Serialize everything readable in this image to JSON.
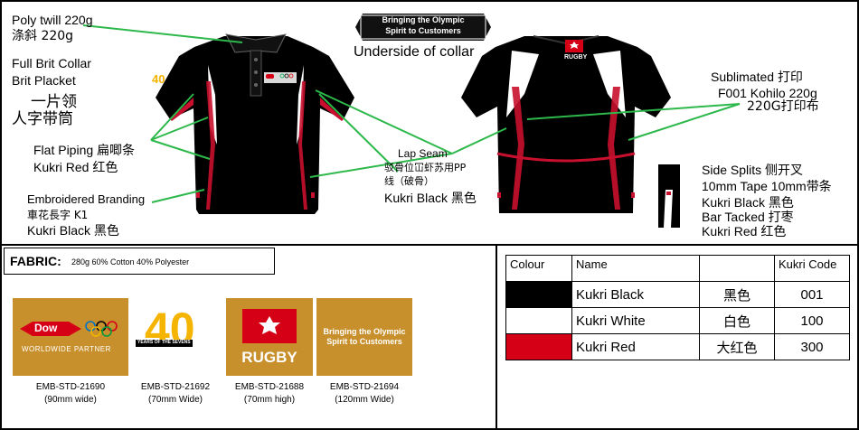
{
  "colors": {
    "black": "#000000",
    "white": "#ffffff",
    "red": "#d60016",
    "piping_red": "#c8102e",
    "annotation_green": "#2db84b",
    "logo_bg": "#c8902c"
  },
  "annotations": {
    "poly_twill": "Poly twill 220g",
    "poly_twill_zh": "涤斜 220g",
    "collar": "Full Brit Collar",
    "placket": "Brit Placket",
    "collar_zh": "一片领",
    "placket_zh": "人字带筒",
    "piping": "Flat Piping",
    "piping_zh": "扁唧条",
    "piping_color": "Kukri Red",
    "piping_color_zh": "红色",
    "embroidered": "Embroidered Branding",
    "embroidered_zh": "車花長字 K1",
    "embroidered_color": "Kukri Black",
    "embroidered_color_zh": "黑色",
    "underside_collar": "Underside of collar",
    "collar_print_line1": "Bringing the Olympic",
    "collar_print_line2": "Spirit to Customers",
    "lap_seam": "Lap Seam",
    "lap_seam_zh1": "驳骨位冚虾苏用PP",
    "lap_seam_zh2": "线（破骨）",
    "lap_seam_color": "Kukri Black",
    "lap_seam_color_zh": "黑色",
    "sublimated": "Sublimated",
    "sublimated_zh": "打印",
    "fabric_code": "F001 Kohilo 220g",
    "fabric_code_zh": "220G打印布",
    "side_splits": "Side Splits",
    "side_splits_zh": "侧开叉",
    "tape": "10mm Tape 10mm",
    "tape_zh": "带条",
    "tape_color": "Kukri Black",
    "tape_color_zh": "黑色",
    "bar_tacked": "Bar Tacked",
    "bar_tacked_zh": "打枣",
    "bar_color": "Kukri Red",
    "bar_color_zh": "红色",
    "back_badge_text": "RUGBY"
  },
  "fabric": {
    "label": "FABRIC:",
    "value": "280g 60% Cotton 40% Polyester"
  },
  "logos": [
    {
      "code": "EMB-STD-21690",
      "size": "(90mm wide)",
      "brand": "Dow",
      "brand_sub": "WORLDWIDE PARTNER"
    },
    {
      "code": "EMB-STD-21692",
      "size": "(70mm Wide)",
      "brand": "40",
      "brand_sub": "YEARS OF THE SEVENS"
    },
    {
      "code": "EMB-STD-21688",
      "size": "(70mm high)",
      "brand": "RUGBY"
    },
    {
      "code": "EMB-STD-21694",
      "size": "(120mm Wide)",
      "line1": "Bringing the Olympic",
      "line2": "Spirit to Customers"
    }
  ],
  "colour_table": {
    "headers": [
      "Colour",
      "Name",
      "",
      "Kukri Code"
    ],
    "rows": [
      {
        "swatch": "#000000",
        "name": "Kukri Black",
        "zh": "黑色",
        "code": "001"
      },
      {
        "swatch": "#ffffff",
        "name": "Kukri White",
        "zh": "白色",
        "code": "100"
      },
      {
        "swatch": "#d60016",
        "name": "Kukri Red",
        "zh": "大红色",
        "code": "300"
      }
    ]
  }
}
